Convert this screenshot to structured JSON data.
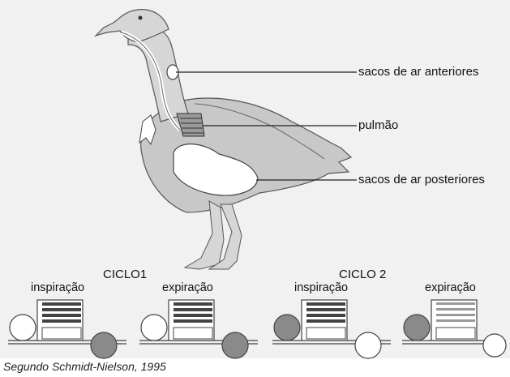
{
  "labels": {
    "anterior": "sacos de ar anteriores",
    "lung": "pulmão",
    "posterior": "sacos de ar posteriores"
  },
  "cycles": [
    {
      "title": "CICLO1",
      "phases": [
        "inspiração",
        "expiração"
      ]
    },
    {
      "title": "CICLO 2",
      "phases": [
        "inspiração",
        "expiração"
      ]
    }
  ],
  "credit": "Segundo Schmidt-Nielson, 1995",
  "colors": {
    "background": "#f1f1f1",
    "bird_body": "#c8c8c8",
    "bird_outline": "#555555",
    "air_sac": "#ffffff",
    "filled_sac": "#8a8a8a"
  }
}
